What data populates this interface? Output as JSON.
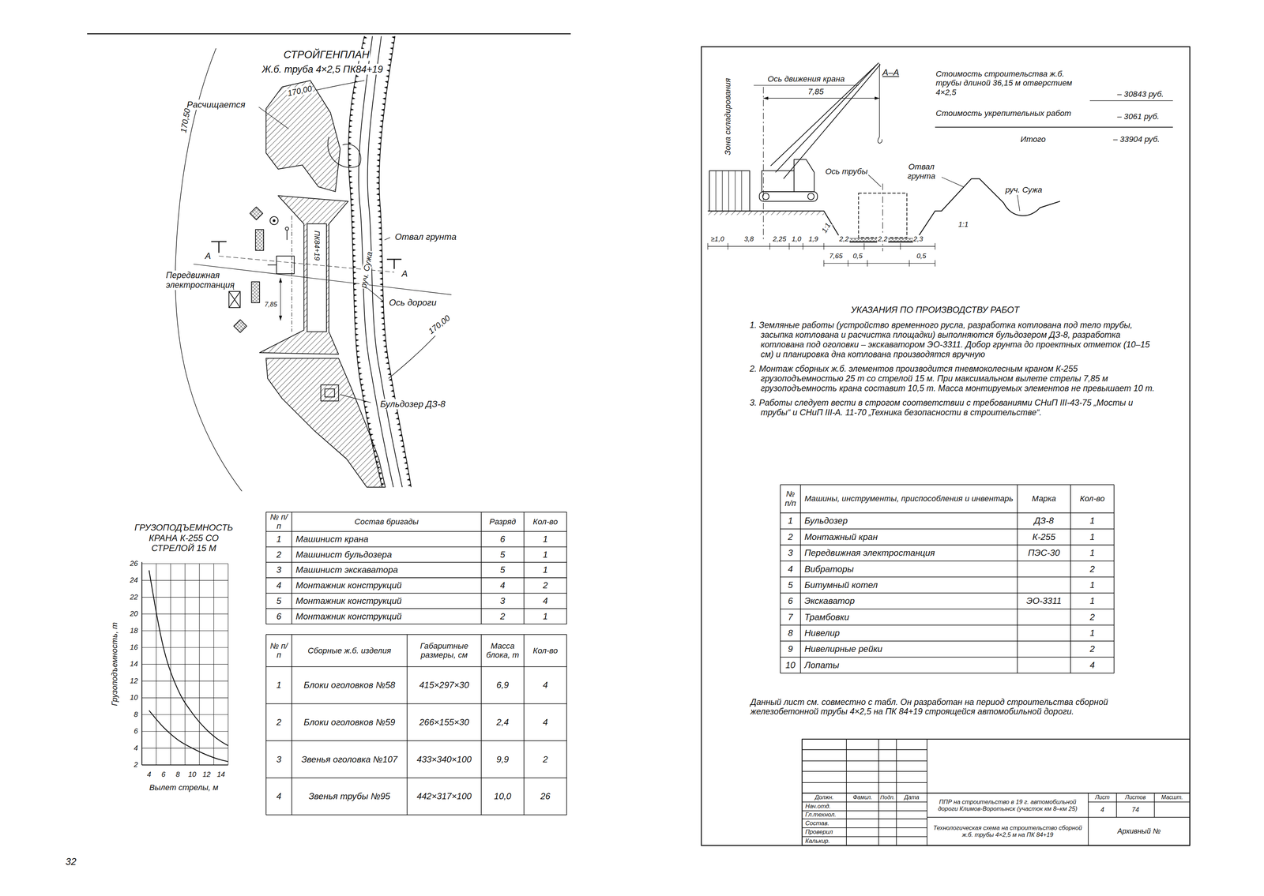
{
  "diagram": {
    "labels": [
      "СТРОЙГЕНПЛАН",
      "Ж.б. труба 4×2,5 ПК84+19",
      "Расчищается",
      "170,00",
      "170,50",
      "ПК84+19",
      "руч. Сужа",
      "Отвал грунта",
      "А",
      "А",
      "Передвижная электростанция",
      "7,85",
      "Ось дороги",
      "170,00",
      "Бульдозер ДЗ-8",
      "ГРУЗОПОДЪЕМНОСТЬ КРАНА К-255 СО СТРЕЛОЙ 15 М",
      "26",
      "24",
      "22",
      "20",
      "18",
      "16",
      "14",
      "12",
      "10",
      "8",
      "6",
      "4",
      "2",
      "4",
      "6",
      "8",
      "10",
      "12",
      "14",
      "Грузоподъемность, т",
      "Вылет стрелы, м",
      "№ п/п",
      "Состав бригады",
      "Разряд",
      "Кол-во",
      "1",
      "Машинист крана",
      "6",
      "1",
      "2",
      "Машинист бульдозера",
      "5",
      "1",
      "3",
      "Машинист экскаватора",
      "5",
      "1",
      "4",
      "Монтажник конструкций",
      "4",
      "2",
      "5",
      "Монтажник конструкций",
      "3",
      "4",
      "6",
      "Монтажник конструкций",
      "2",
      "1",
      "№ п/п",
      "Сборные ж.б. изделия",
      "Габаритные размеры, см",
      "Масса блока, т",
      "Кол-во",
      "1",
      "Блоки оголовков №58",
      "415×297×30",
      "6,9",
      "4",
      "2",
      "Блоки оголовков №59",
      "266×155×30",
      "2,4",
      "4",
      "3",
      "Звенья оголовка №107",
      "433×340×100",
      "9,9",
      "2",
      "4",
      "Звенья трубы №95",
      "442×317×100",
      "10,0",
      "26",
      "32",
      "Зона складирования",
      "Ось движения крана",
      "А–А",
      "7,85",
      "Стоимость строительства ж.б. трубы длиной 36,15 м отверстием 4×2,5",
      "– 30843 руб.",
      "Стоимость укрепительных работ",
      "– 3061 руб.",
      "Итого",
      "– 33904 руб.",
      "Ось трубы",
      "Отвал грунта",
      "руч. Сужа",
      "1:1",
      "1:1",
      "≥1,0",
      "3,8",
      "2,25",
      "1,0",
      "1,9",
      "2,2",
      "2,2",
      "2,3",
      "7,65",
      "0,5",
      "0,5",
      "УКАЗАНИЯ ПО ПРОИЗВОДСТВУ РАБОТ",
      "1. Земляные работы (устройство временного русла, разработка котлована под тело трубы, засыпка котлована и расчистка площадки) выполняются бульдозером ДЗ-8, разработка котлована под оголовки – экскаватором ЭО-3311. Добор грунта до проектных отметок (10–15 см) и планировка дна котлована производятся вручную",
      "2. Монтаж сборных ж.б. элементов производится пневмоколесным краном К-255 грузоподъемностью 25 т со стрелой 15 м. При максимальном вылете стрелы 7,85 м грузоподъемность крана составит 10,5 т. Масса монтируемых элементов не превышает 10 т.",
      "3. Работы следует вести в строгом соответствии с требованиями СНиП III-43-75 „Мосты и трубы“ и СНиП III-А. 11-70 „Техника безопасности в строительстве“.",
      "№ п/п",
      "Машины, инструменты, приспособления и инвентарь",
      "Марка",
      "Кол-во",
      "1",
      "Бульдозер",
      "ДЗ-8",
      "1",
      "2",
      "Монтажный кран",
      "К-255",
      "1",
      "3",
      "Передвижная электростанция",
      "ПЭС-30",
      "1",
      "4",
      "Вибраторы",
      "2",
      "5",
      "Битумный котел",
      "1",
      "6",
      "Экскаватор",
      "ЭО-3311",
      "1",
      "7",
      "Трамбовки",
      "2",
      "8",
      "Нивелир",
      "1",
      "9",
      "Нивелирные рейки",
      "2",
      "10",
      "Лопаты",
      "4",
      "Данный лист см. совместно с табл. Он разработан на период строительства сборной железобетонной трубы 4×2,5 на ПК 84+19 строящейся автомобильной дороги.",
      "Должн.",
      "Фамил.",
      "Подп.",
      "Дата",
      "Нач.отд.",
      "Гл.технол.",
      "Состав.",
      "Проверил",
      "Калькир.",
      "ППР на строительство в 19 г. автомобильной дороги Климов-Воротынск (участок км 8–км 25)",
      "Технологическая схема на строительство сборной ж.б. трубы 4×2,5 м на ПК 84+19",
      "Лист",
      "Листов",
      "Масшт.",
      "4",
      "74",
      "Архивный №"
    ]
  }
}
